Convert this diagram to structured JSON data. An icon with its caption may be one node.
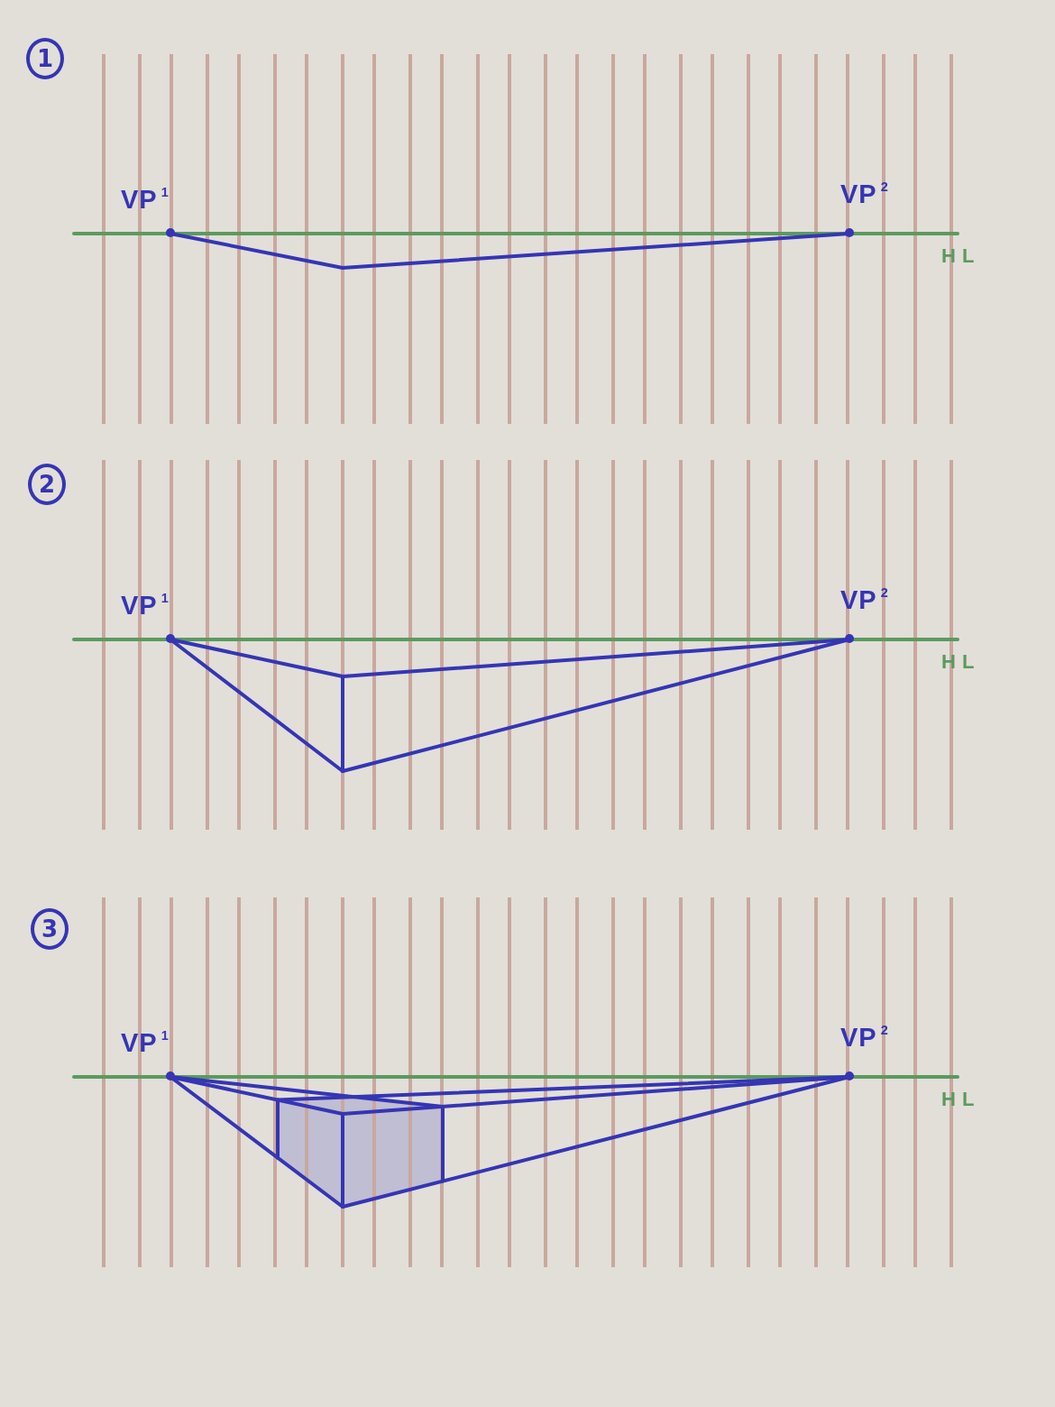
{
  "diagram": {
    "nodes": [
      {
        "text": [
          "1"
        ]
      },
      {
        "text": [
          "2"
        ]
      },
      {
        "text": [
          "3"
        ]
      }
    ],
    "labels": [
      "VP$^{1}$",
      "VP$^{2}$",
      "HL",
      "VP$^{1}$",
      "VP$^{2}$",
      "HL",
      "VP$^{1}$",
      "VP$^{2}$",
      "HL"
    ]
  }
}
